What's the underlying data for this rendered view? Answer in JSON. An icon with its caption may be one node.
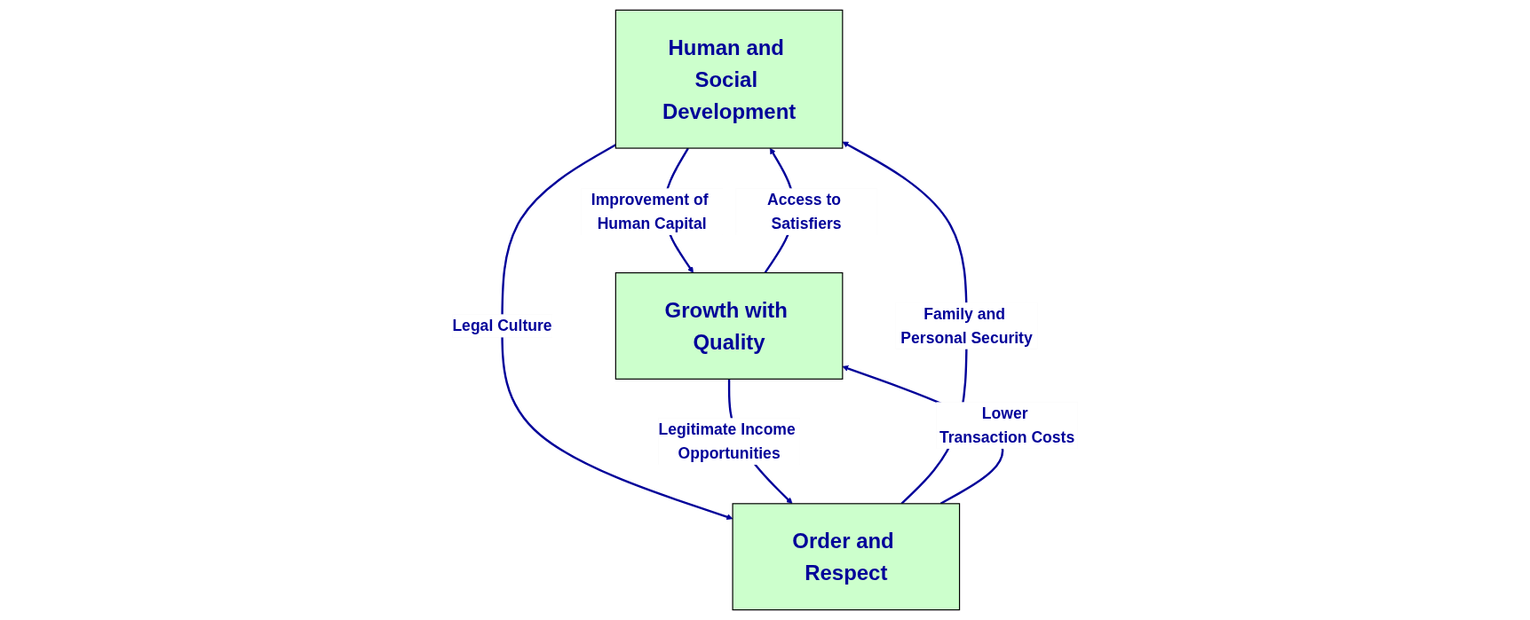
{
  "diagram": {
    "nodes": [
      {
        "text": [
          "Human and Social Development"
        ]
      },
      {
        "text": [
          "Growth with Quality"
        ]
      },
      {
        "text": [
          "Order and Respect"
        ]
      }
    ],
    "edges": [
      {
        "from": 0,
        "to": 1,
        "arrow": "to",
        "label": "Improvement of Human Capital"
      },
      {
        "from": 1,
        "to": 0,
        "arrow": "to",
        "label": "Access to Satisfiers"
      },
      {
        "from": 0,
        "to": 2,
        "arrow": "to",
        "label": "Legal Culture"
      },
      {
        "from": 2,
        "to": 0,
        "arrow": "to",
        "label": "Family and Personal Security"
      },
      {
        "from": 2,
        "to": 1,
        "arrow": "to",
        "label": "Lower Transaction Costs"
      },
      {
        "from": 1,
        "to": 2,
        "arrow": "to",
        "label": "Legitimate Income Opportunities"
      }
    ]
  }
}
